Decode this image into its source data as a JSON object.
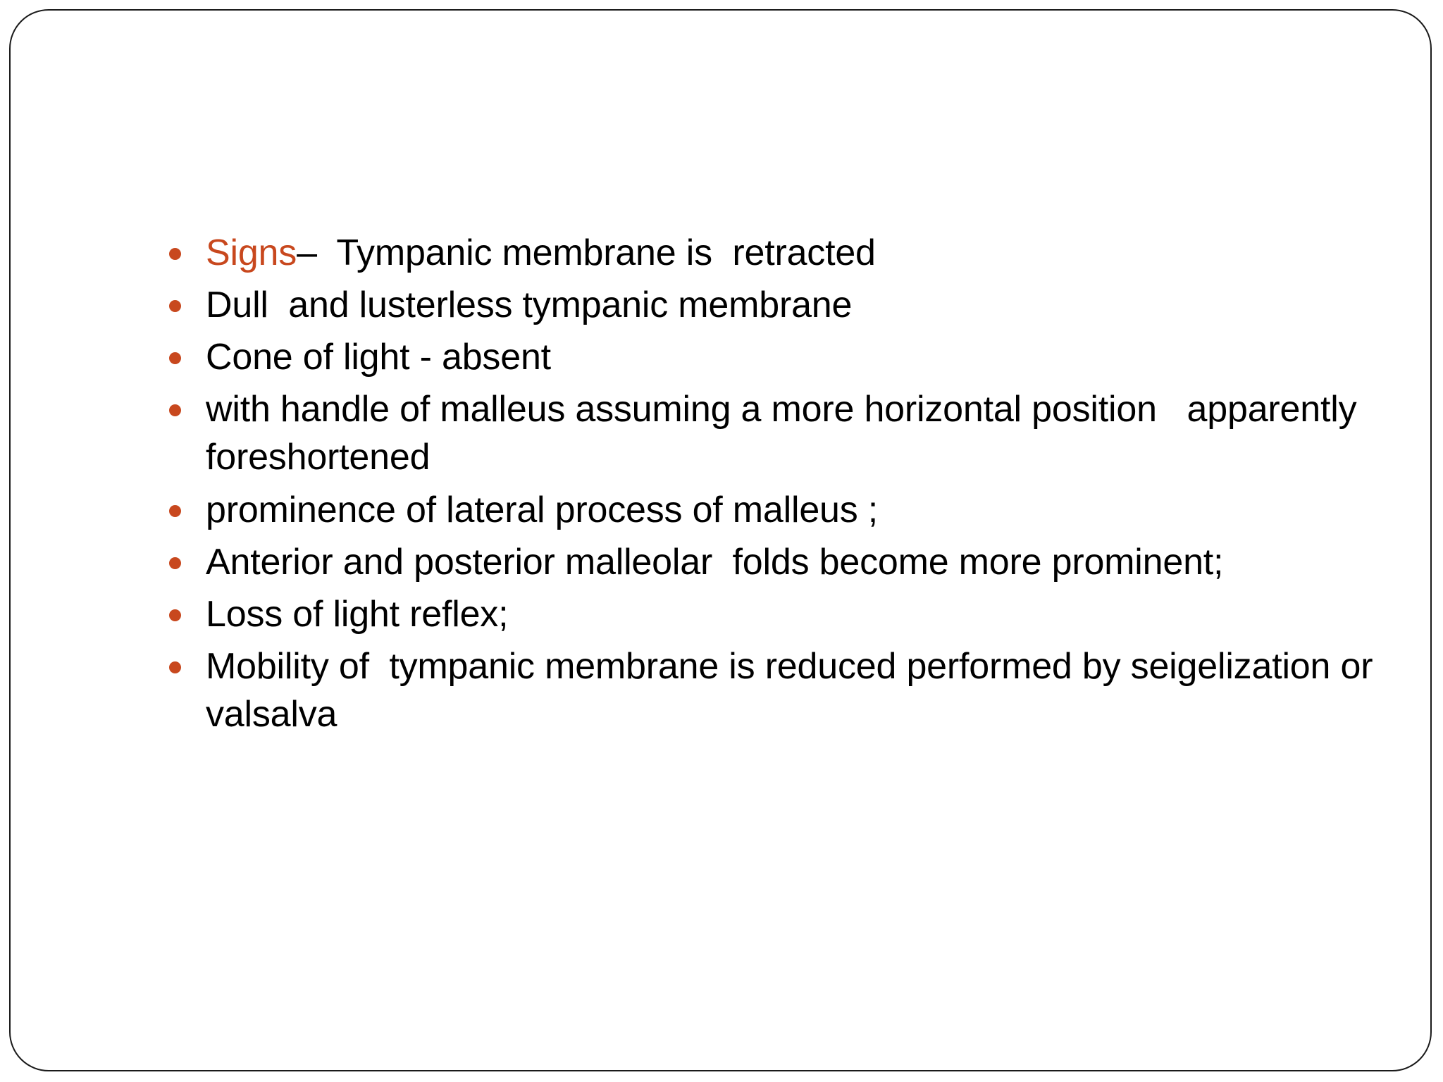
{
  "slide": {
    "frame": {
      "border_color": "#1a1a1a",
      "background_color": "#ffffff"
    },
    "accent_color": "#C8481E",
    "text_color": "#000000",
    "bullets": [
      {
        "lead": "Signs",
        "text": "–  Tympanic membrane is  retracted"
      },
      {
        "lead": "",
        "text": "Dull  and lusterless tympanic membrane"
      },
      {
        "lead": "",
        "text": "Cone of light - absent"
      },
      {
        "lead": "",
        "text": "with handle of malleus assuming a more horizontal position   apparently   foreshortened"
      },
      {
        "lead": "",
        "text": "prominence of lateral process of malleus ;"
      },
      {
        "lead": "",
        "text": "Anterior and posterior malleolar  folds become more prominent;"
      },
      {
        "lead": "",
        "text": "Loss of light reflex;"
      },
      {
        "lead": "",
        "text": "Mobility of  tympanic membrane is reduced performed by seigelization or   valsalva"
      }
    ]
  }
}
